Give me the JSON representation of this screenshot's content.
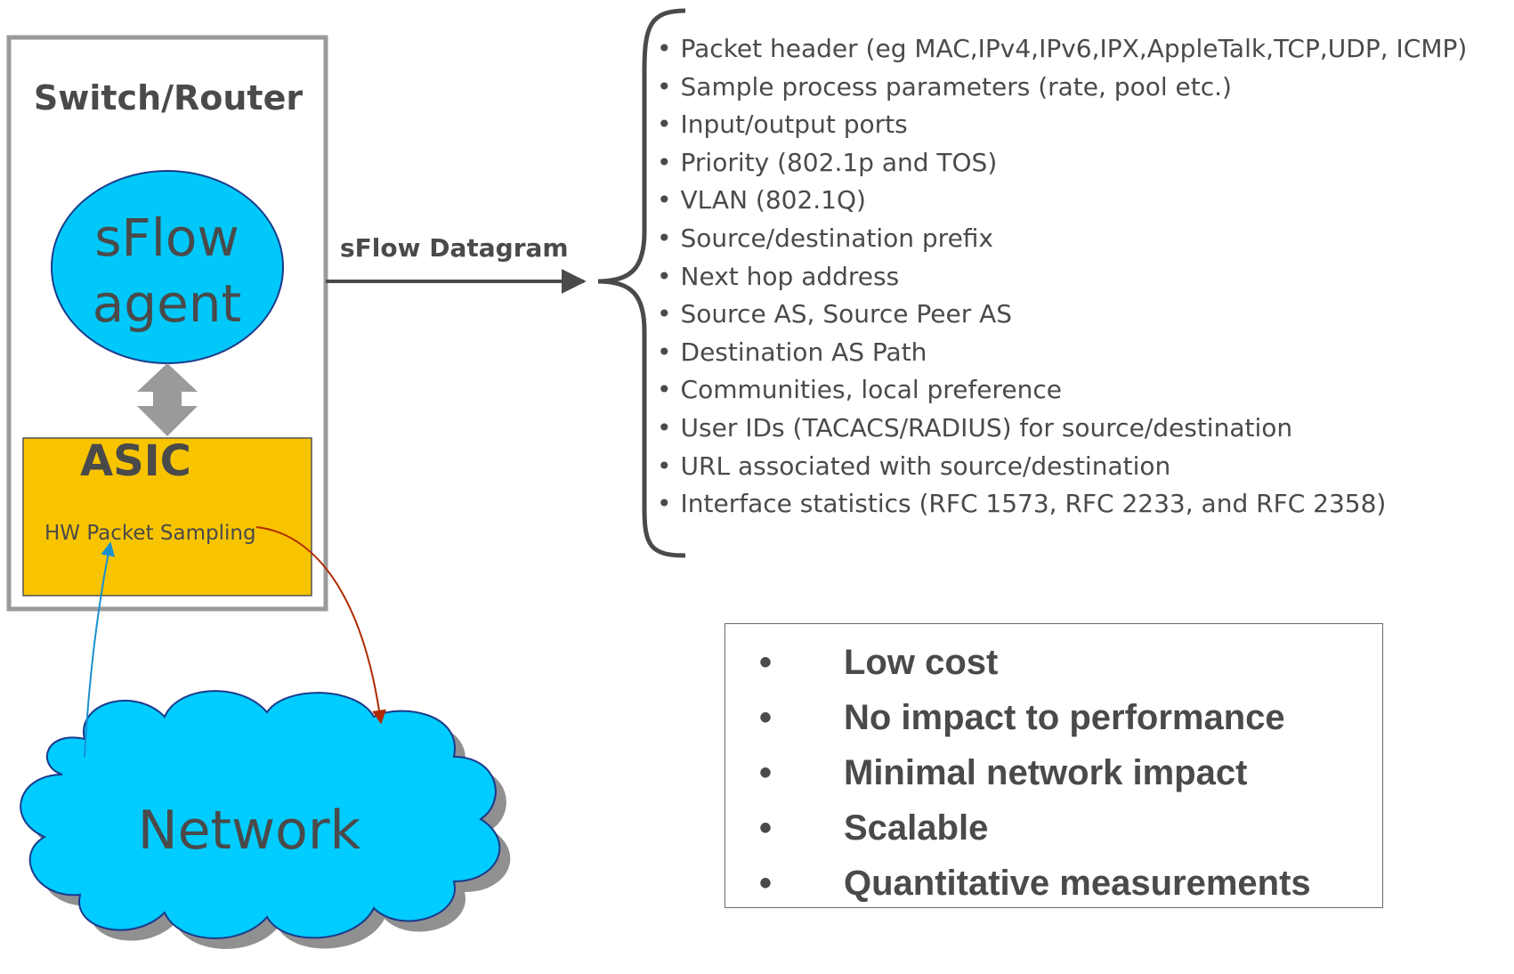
{
  "switch": {
    "title": "Switch/Router",
    "agent_label": "sFlow agent",
    "asic_title": "ASIC",
    "asic_subtitle": "HW Packet Sampling"
  },
  "datagram": {
    "label": "sFlow Datagram",
    "fields": [
      "Packet header (eg MAC,IPv4,IPv6,IPX,AppleTalk,TCP,UDP, ICMP)",
      "Sample process parameters (rate, pool etc.)",
      "Input/output ports",
      "Priority (802.1p and TOS)",
      "VLAN (802.1Q)",
      "Source/destination prefix",
      "Next hop address",
      "Source AS, Source Peer AS",
      "Destination AS Path",
      "Communities, local preference",
      "User IDs (TACACS/RADIUS) for source/destination",
      "URL associated with source/destination",
      "Interface statistics (RFC 1573, RFC 2233, and RFC 2358)"
    ]
  },
  "benefits": {
    "bullet": "•",
    "items": [
      "Low cost",
      "No impact to performance",
      "Minimal network impact",
      "Scalable",
      "Quantitative measurements"
    ]
  },
  "network": {
    "label": "Network"
  },
  "colors": {
    "switch_border": "#9a9a9a",
    "agent_fill": "#00c8f8",
    "asic_fill": "#f8c400",
    "cloud_fill": "#00ccff",
    "cloud_shadow": "#909090",
    "double_arrow": "#9a9a9a",
    "arrow_in": "#1a8fd0",
    "arrow_out": "#b02a00",
    "text": "#4a4a4a"
  }
}
